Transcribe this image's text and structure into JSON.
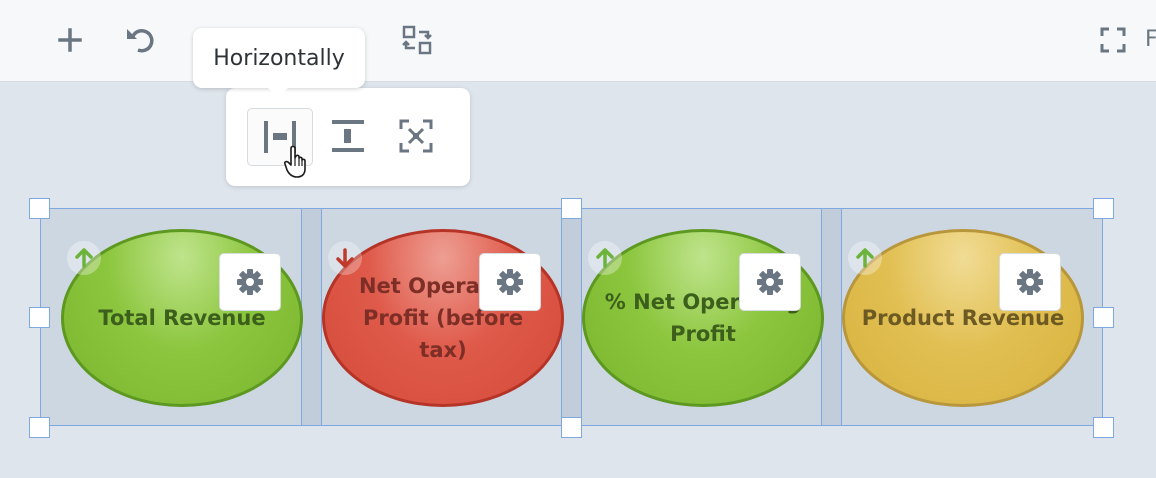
{
  "toolbar": {
    "icons": [
      "plus-icon",
      "undo-icon",
      "align-icon",
      "swap-icon",
      "fullscreen-icon"
    ],
    "label_partial": "F"
  },
  "tooltip": {
    "text": "Horizontally"
  },
  "align_popup": {
    "buttons": [
      {
        "icon": "align-horizontal-icon",
        "active": true
      },
      {
        "icon": "align-vertical-icon",
        "active": false
      },
      {
        "icon": "fit-icon",
        "active": false
      }
    ]
  },
  "kpis": [
    {
      "label": "Total Revenue",
      "color": "green",
      "trend": "up"
    },
    {
      "label": "Net Operating Profit (before tax)",
      "color": "red",
      "trend": "down"
    },
    {
      "label": "% Net Operating Profit",
      "color": "green",
      "trend": "up"
    },
    {
      "label": "Product Revenue",
      "color": "yellow",
      "trend": "up"
    }
  ],
  "colors": {
    "selection_border": "#7fa8e0",
    "trend_up": "#6bb33a",
    "trend_down": "#c0392b",
    "icon": "#6b7683"
  }
}
